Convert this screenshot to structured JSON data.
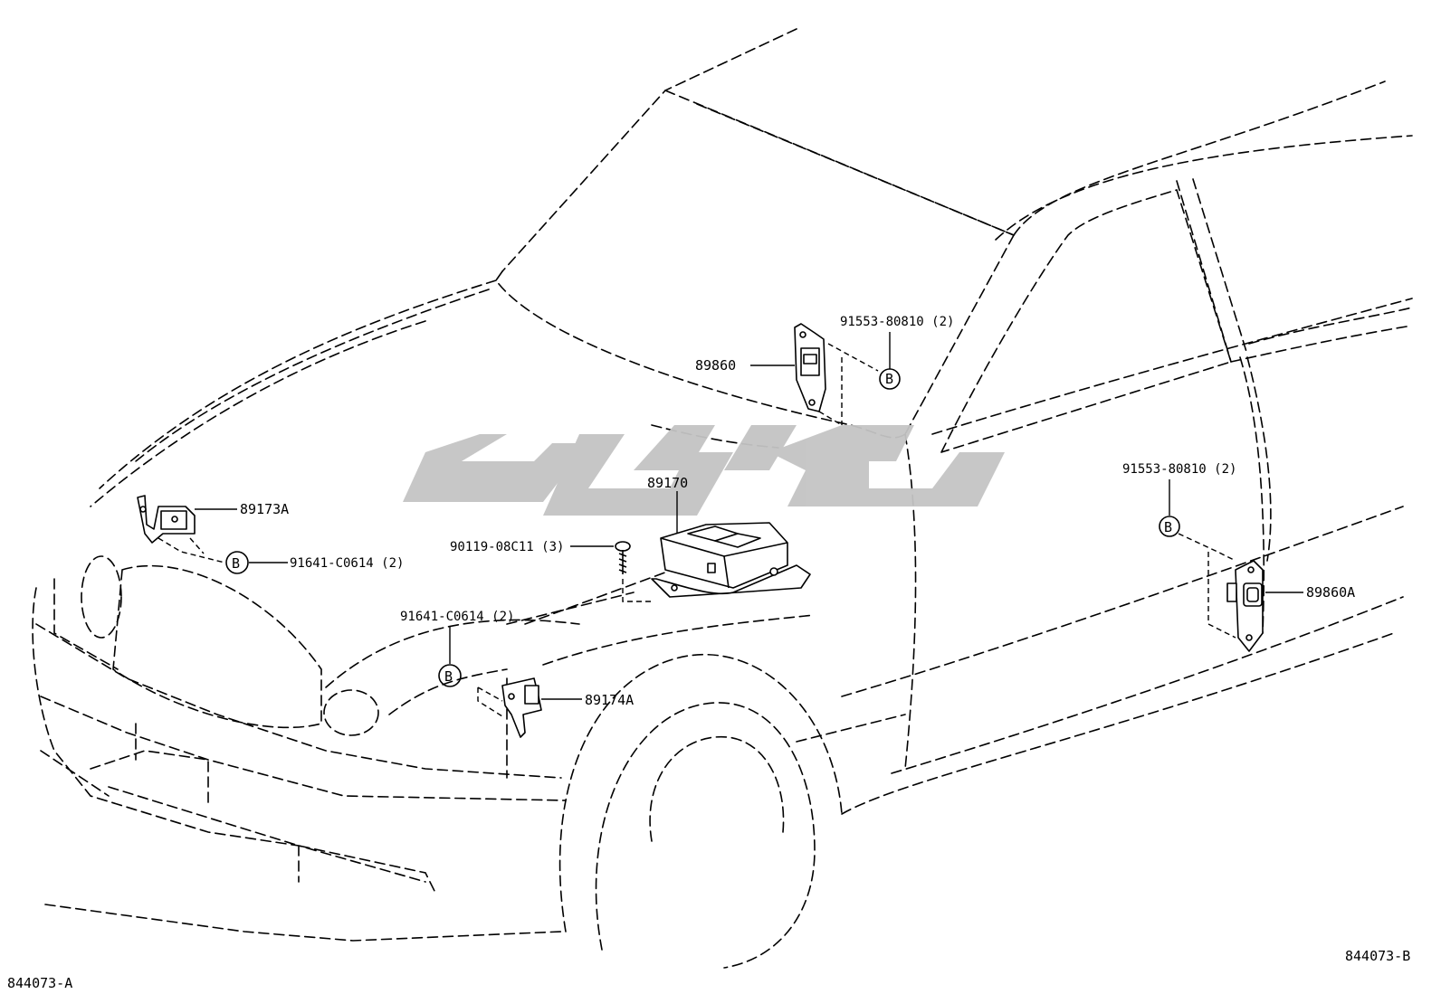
{
  "diagram": {
    "reference_left": "844073-A",
    "reference_right": "844073-B",
    "watermark_color": "#c4c4c4"
  },
  "parts": {
    "sensor_89860": "89860",
    "sensor_89860a": "89860A",
    "sensor_89173a": "89173A",
    "sensor_89174a": "89174A",
    "ecu_89170": "89170",
    "screw_90119": "90119-08C11 (3)",
    "bolt_91553_upper": "91553-80810 (2)",
    "bolt_91553_right": "91553-80810 (2)",
    "bolt_91641_left": "91641-C0614 (2)",
    "bolt_91641_center": "91641-C0614 (2)"
  },
  "callouts": {
    "b_upper": "B",
    "b_right": "B",
    "b_left": "B",
    "b_center": "B"
  }
}
